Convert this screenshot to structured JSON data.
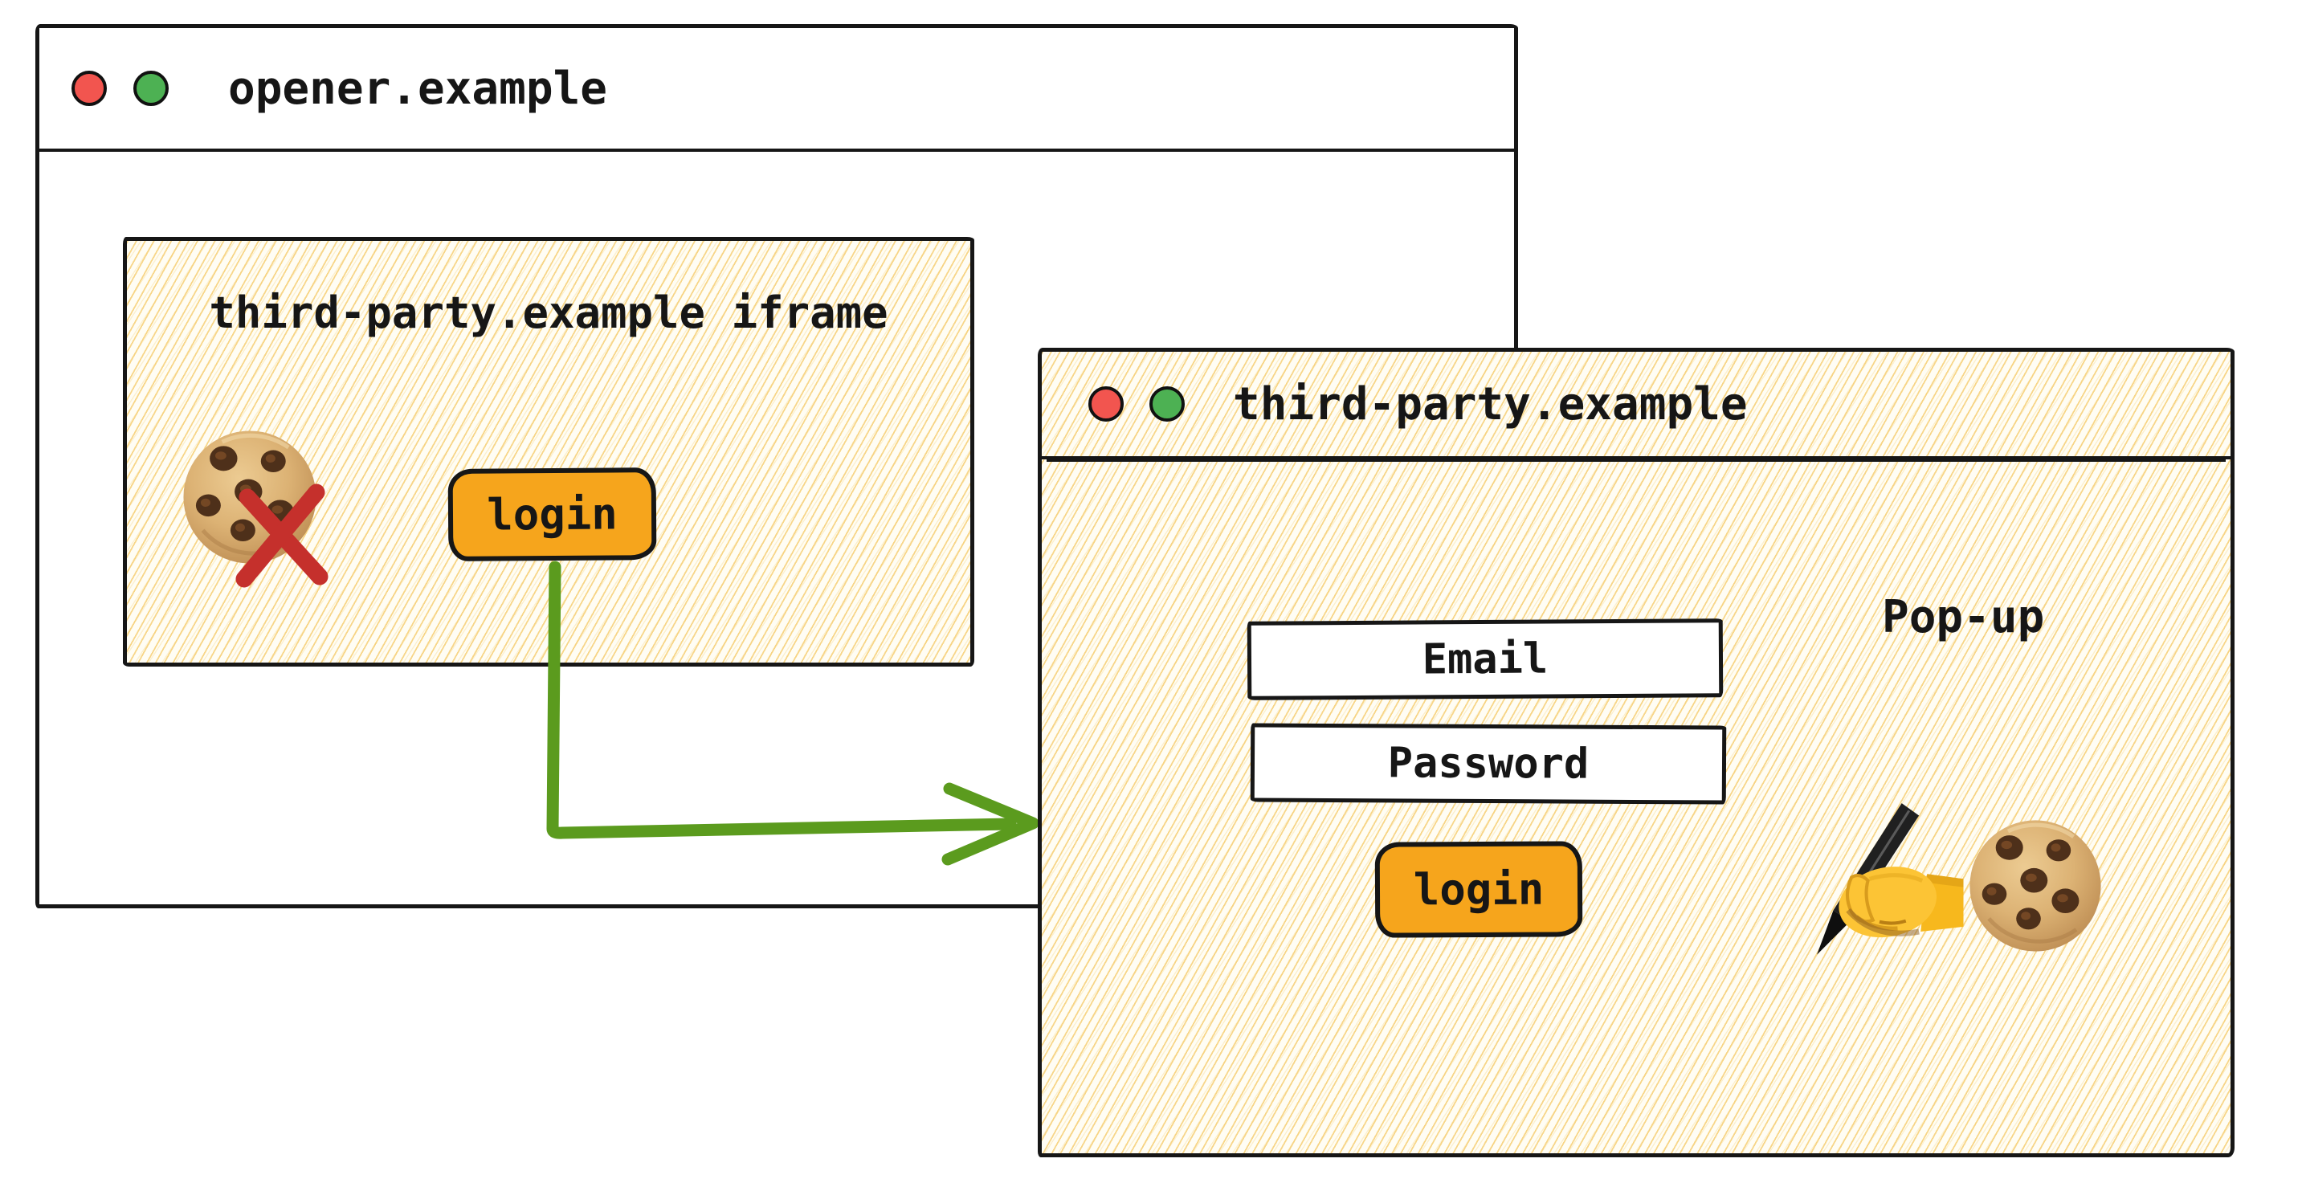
{
  "opener_window": {
    "title": "opener.example",
    "traffic_lights": {
      "close_color": "#f2554f",
      "minimize_color": "#4db153"
    },
    "iframe": {
      "title": "third-party.example iframe",
      "login_button_label": "login",
      "cookie_status_icon": "cookie-blocked-icon"
    }
  },
  "popup_window": {
    "title": "third-party.example",
    "window_label": "Pop-up",
    "traffic_lights": {
      "close_color": "#f2554f",
      "minimize_color": "#4db153"
    },
    "form": {
      "email_field_label": "Email",
      "password_field_label": "Password",
      "login_button_label": "login"
    },
    "icons": [
      "writing-hand-icon",
      "cookie-icon"
    ]
  },
  "flow_arrow": {
    "color": "#5b9b1e"
  },
  "palette": {
    "paper": "#fffdf4",
    "hatch_line": "#f6cf85",
    "button_orange": "#f6a51c",
    "ink": "#161616",
    "cross_red": "#c5302c",
    "arrow_green": "#5b9b1e"
  }
}
